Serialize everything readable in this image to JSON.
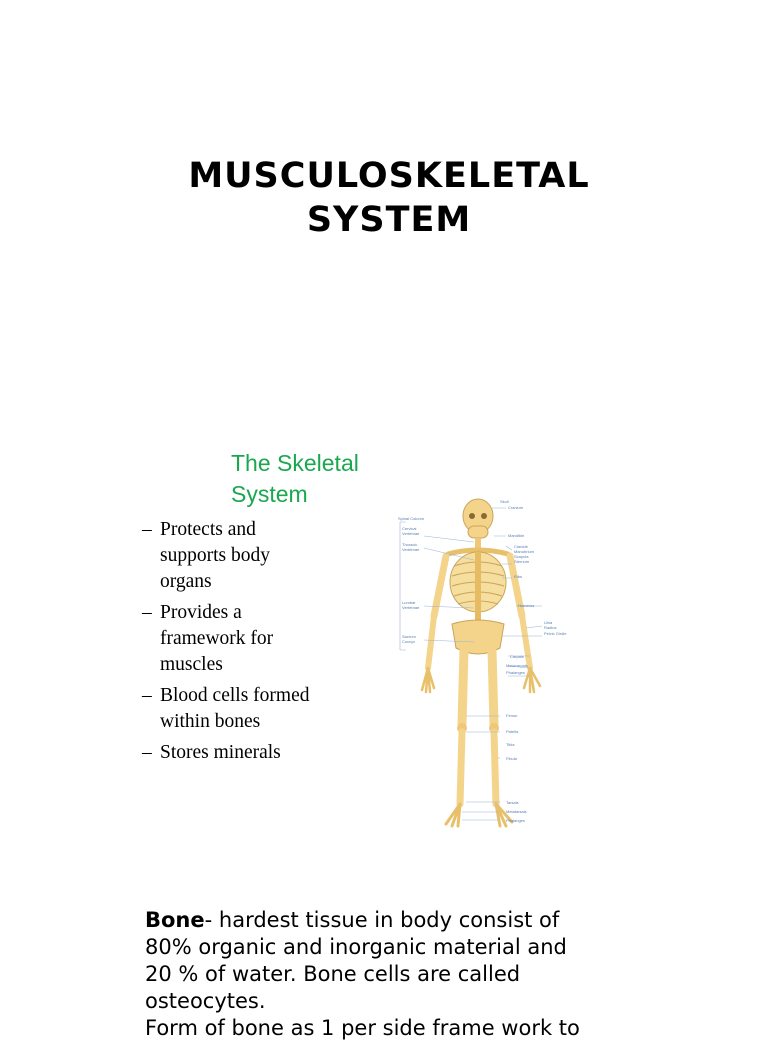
{
  "title": {
    "line1": "MUSCULOSKELETAL",
    "line2": "SYSTEM"
  },
  "section": {
    "heading_line1": "The Skeletal",
    "heading_line2": "System",
    "heading_color": "#1aa84f",
    "bullets": [
      {
        "dash": "–",
        "lines": [
          "Protects and",
          "supports body",
          "organs"
        ]
      },
      {
        "dash": "–",
        "lines": [
          "Provides a",
          "framework for",
          "muscles"
        ]
      },
      {
        "dash": "–",
        "lines": [
          "Blood cells formed",
          "within bones"
        ]
      },
      {
        "dash": "–",
        "lines": [
          "Stores minerals"
        ]
      }
    ]
  },
  "figure": {
    "bone_color": "#f3d48a",
    "label_color": "#5a7fb5",
    "left_labels": [
      "Spinal Column",
      "Cervical",
      "Vertebrae",
      "Thoracic",
      "Vertebrae",
      "Lumbar",
      "Vertebrae",
      "Sacrum",
      "Coccyx"
    ],
    "right_labels": [
      "Skull",
      "Cranium",
      "Mandible",
      "Clavicle",
      "Manubrium",
      "Scapula",
      "Sternum",
      "Ribs",
      "Humerus",
      "Ulna",
      "Radius",
      "Pelvic Girdle",
      "Carpals",
      "Metacarpals",
      "Phalanges",
      "Femur",
      "Patella",
      "Tibia",
      "Fibula",
      "Tarsals",
      "Metatarsals",
      "Phalanges"
    ]
  },
  "paragraph": {
    "bold": "Bone",
    "line1_rest": "- hardest tissue in body consist of",
    "line2": "80% organic and inorganic material and",
    "line3": "20 % of water. Bone cells are called",
    "line4": "osteocytes.",
    "line5": "Form of bone as 1 per side frame work to"
  }
}
